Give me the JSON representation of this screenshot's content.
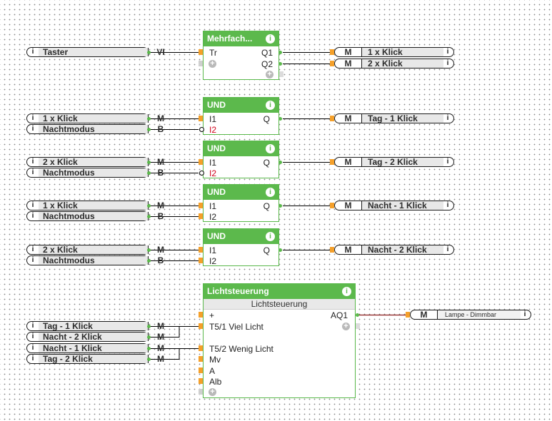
{
  "inputs": {
    "taster": {
      "name": "Taster",
      "type": "VI"
    },
    "und1_i1": {
      "name": "1 x Klick",
      "type": "M"
    },
    "und1_i2": {
      "name": "Nachtmodus",
      "type": "B"
    },
    "und2_i1": {
      "name": "2 x Klick",
      "type": "M"
    },
    "und2_i2": {
      "name": "Nachtmodus",
      "type": "B"
    },
    "und3_i1": {
      "name": "1 x Klick",
      "type": "M"
    },
    "und3_i2": {
      "name": "Nachtmodus",
      "type": "B"
    },
    "und4_i1": {
      "name": "2 x Klick",
      "type": "M"
    },
    "und4_i2": {
      "name": "Nachtmodus",
      "type": "B"
    },
    "licht_1": {
      "name": "Tag - 1 Klick",
      "type": "M"
    },
    "licht_2": {
      "name": "Nacht - 2 Klick",
      "type": "M"
    },
    "licht_3": {
      "name": "Nacht - 1 Klick",
      "type": "M"
    },
    "licht_4": {
      "name": "Tag - 2 Klick",
      "type": "M"
    }
  },
  "outputs": {
    "mf_q1": {
      "name": "1 x Klick",
      "type": "M"
    },
    "mf_q2": {
      "name": "2 x Klick",
      "type": "M"
    },
    "und1_q": {
      "name": "Tag - 1 Klick",
      "type": "M"
    },
    "und2_q": {
      "name": "Tag - 2 Klick",
      "type": "M"
    },
    "und3_q": {
      "name": "Nacht - 1 Klick",
      "type": "M"
    },
    "und4_q": {
      "name": "Nacht - 2 Klick",
      "type": "M"
    },
    "lampe": {
      "name": "Lampe - Dimmbar",
      "type": "M"
    }
  },
  "blocks": {
    "mehrfach": {
      "title": "Mehrfach...",
      "in_tr": "Tr",
      "out_q1": "Q1",
      "out_q2": "Q2"
    },
    "und1": {
      "title": "UND",
      "in1": "I1",
      "in2": "I2",
      "out": "Q"
    },
    "und2": {
      "title": "UND",
      "in1": "I1",
      "in2": "I2",
      "out": "Q"
    },
    "und3": {
      "title": "UND",
      "in1": "I1",
      "in2": "I2",
      "out": "Q"
    },
    "und4": {
      "title": "UND",
      "in1": "I1",
      "in2": "I2",
      "out": "Q"
    },
    "licht": {
      "title": "Lichtsteuerung",
      "subtitle": "Lichtsteuerung",
      "in_plus": "+",
      "in_t51": "T5/1 Viel Licht",
      "in_t52": "T5/2 Wenig Licht",
      "in_mv": "Mv",
      "in_a": "A",
      "in_alb": "Alb",
      "out_aq1": "AQ1"
    }
  },
  "glyphs": {
    "info": "i",
    "add": "+"
  },
  "colors": {
    "block_header": "#5cb94c",
    "input_pin": "#f5a02a",
    "output_pin": "#7ec46e",
    "wire": "#000000",
    "analog_wire": "#8b1a1a",
    "negated_label": "#d0021b"
  }
}
